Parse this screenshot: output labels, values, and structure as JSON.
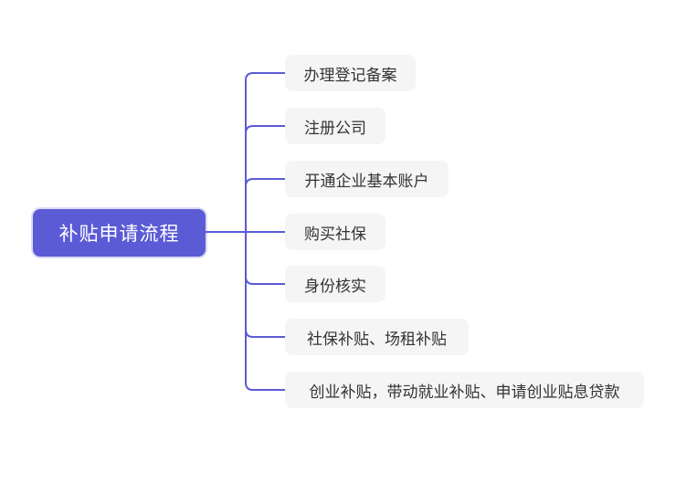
{
  "diagram": {
    "type": "mindmap",
    "root": {
      "label": "补贴申请流程"
    },
    "children": [
      {
        "label": "办理登记备案"
      },
      {
        "label": "注册公司"
      },
      {
        "label": "开通企业基本账户"
      },
      {
        "label": "购买社保"
      },
      {
        "label": "身份核实"
      },
      {
        "label": "社保补贴、场租补贴"
      },
      {
        "label": "创业补贴，带动就业补贴、申请创业贴息贷款"
      }
    ],
    "colors": {
      "root_background": "#5b5bd6",
      "root_text": "#ffffff",
      "branch_line": "#5b5bd6",
      "child_background": "#f5f5f5",
      "child_text": "#333333",
      "canvas_background": "#ffffff"
    }
  }
}
